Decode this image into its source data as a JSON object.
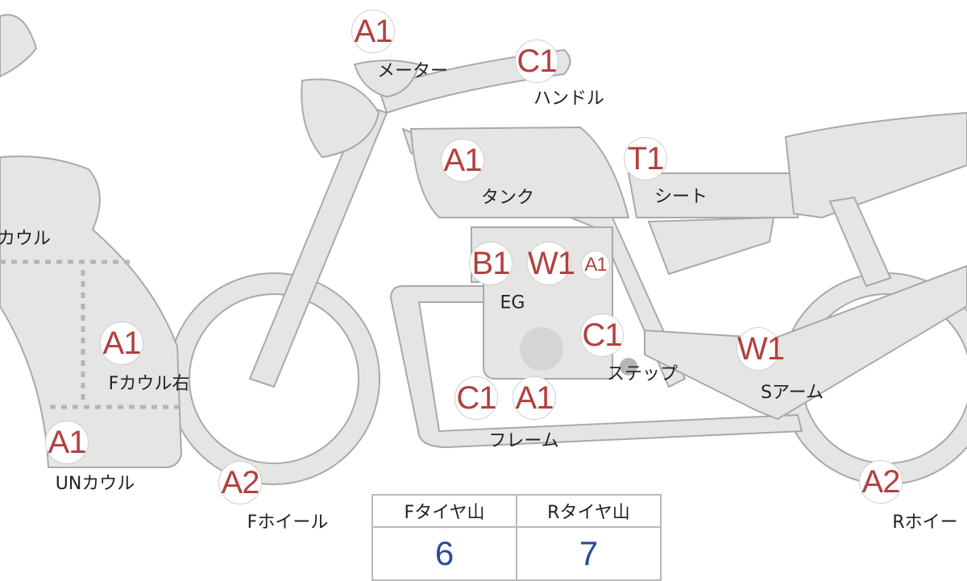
{
  "parts": [
    {
      "id": "meter",
      "grade": "A1",
      "label": "メーター"
    },
    {
      "id": "handle",
      "grade": "C1",
      "label": "ハンドル"
    },
    {
      "id": "tank",
      "grade": "A1",
      "label": "タンク"
    },
    {
      "id": "seat",
      "grade": "T1",
      "label": "シート"
    },
    {
      "id": "engine",
      "grades": [
        "B1",
        "W1",
        "A1"
      ],
      "label": "EG"
    },
    {
      "id": "step",
      "grade": "C1",
      "label": "ステップ"
    },
    {
      "id": "swingarm",
      "grade": "W1",
      "label": "Sアーム"
    },
    {
      "id": "frame",
      "grades": [
        "C1",
        "A1"
      ],
      "label": "フレーム"
    },
    {
      "id": "front-cowl-right",
      "grade": "A1",
      "label": "Fカウル右"
    },
    {
      "id": "under-cowl",
      "grade": "A1",
      "label": "UNカウル"
    },
    {
      "id": "front-wheel",
      "grade": "A2",
      "label": "Fホイール"
    },
    {
      "id": "rear-wheel",
      "grade": "A2",
      "label": "Rホイー"
    },
    {
      "id": "cowl-left-cut",
      "label": "カウル"
    }
  ],
  "tire_tread": {
    "front_label": "Fタイヤ山",
    "front_value": "6",
    "rear_label": "Rタイヤ山",
    "rear_value": "7"
  },
  "colors": {
    "grade_text": "#b2403e",
    "value_text": "#2a4a9a",
    "part_fill": "#e5e5e3"
  }
}
